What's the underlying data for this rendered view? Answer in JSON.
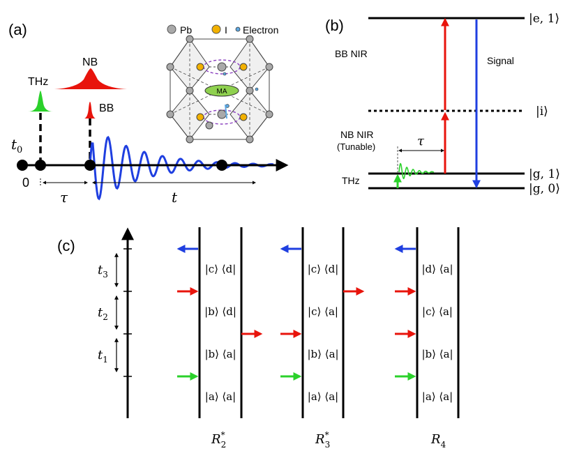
{
  "panel_a": {
    "label": "(a)",
    "legend": {
      "pb": "Pb",
      "i": "I",
      "electron": "Electron"
    },
    "pulses": {
      "thz": "THz",
      "nb": "NB",
      "bb": "BB"
    },
    "molecule": "MA",
    "time_labels": {
      "t0_base": "t",
      "t0_sub": "0",
      "origin": "0",
      "tau": "τ",
      "t": "t"
    },
    "colors": {
      "thz": "#2bd12b",
      "nb": "#e8140c",
      "signal": "#1f3fe0",
      "pb": "#a9a9a9",
      "iodine": "#f2b100",
      "electron": "#5fa8e0",
      "ma": "#8fd14f"
    }
  },
  "panel_b": {
    "label": "(b)",
    "levels": {
      "e1": "|e, 1⟩",
      "i": "|i⟩",
      "g1": "|g, 1⟩",
      "g0": "|g, 0⟩"
    },
    "labels": {
      "bb_nir": "BB NIR",
      "signal": "Signal",
      "nb_nir": "NB NIR",
      "tunable": "(Tunable)",
      "tau": "τ",
      "thz": "THz"
    }
  },
  "panel_c": {
    "label": "(c)",
    "time_labels": [
      {
        "base": "t",
        "sub": "3"
      },
      {
        "base": "t",
        "sub": "2"
      },
      {
        "base": "t",
        "sub": "1"
      }
    ],
    "diagrams": [
      {
        "name_base": "R",
        "name_sub": "2",
        "name_sup": "*",
        "states": [
          "|c⟩ ⟨d|",
          "|b⟩ ⟨d|",
          "|b⟩ ⟨a|",
          "|a⟩ ⟨a|"
        ]
      },
      {
        "name_base": "R",
        "name_sub": "3",
        "name_sup": "*",
        "states": [
          "|c⟩ ⟨d|",
          "|c⟩ ⟨a|",
          "|b⟩ ⟨a|",
          "|a⟩ ⟨a|"
        ]
      },
      {
        "name_base": "R",
        "name_sub": "4",
        "name_sup": "",
        "states": [
          "|d⟩ ⟨a|",
          "|c⟩ ⟨a|",
          "|b⟩ ⟨a|",
          "|a⟩ ⟨a|"
        ]
      }
    ]
  }
}
